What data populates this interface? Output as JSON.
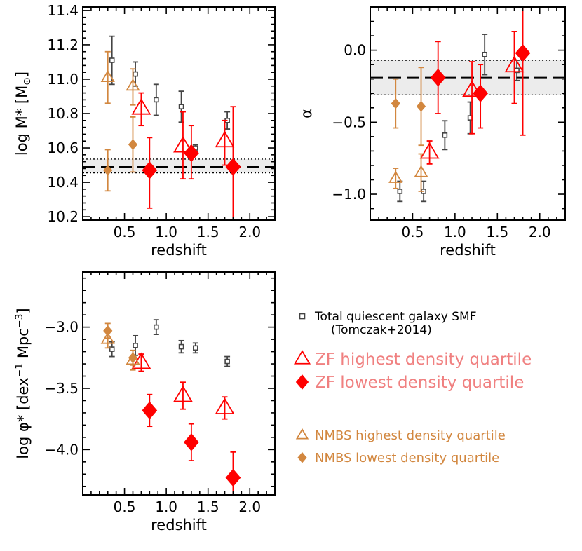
{
  "chart_data": [
    {
      "id": "mstar",
      "type": "scatter",
      "xlabel": "redshift",
      "ylabel": "log M* [M",
      "ylabel_sub": "⊙",
      "ylabel_close": "]",
      "xlim": [
        0.0,
        2.3
      ],
      "ylim": [
        10.18,
        11.42
      ],
      "xticks": [
        0.5,
        1.0,
        1.5,
        2.0
      ],
      "xtick_labels": [
        "0.5",
        "1.0",
        "1.5",
        "2.0"
      ],
      "yticks": [
        10.2,
        10.4,
        10.6,
        10.8,
        11.0,
        11.2,
        11.4
      ],
      "ytick_labels": [
        "10.2",
        "10.4",
        "10.6",
        "10.8",
        "11.0",
        "11.2",
        "11.4"
      ],
      "reference": {
        "value": 10.49,
        "band": [
          10.455,
          10.535
        ]
      },
      "series": [
        {
          "key": "total",
          "points": [
            {
              "x": 0.35,
              "y": 11.11,
              "lo": 0.14,
              "hi": 0.14
            },
            {
              "x": 0.63,
              "y": 11.03,
              "lo": 0.07,
              "hi": 0.07
            },
            {
              "x": 0.88,
              "y": 10.88,
              "lo": 0.09,
              "hi": 0.09
            },
            {
              "x": 1.18,
              "y": 10.84,
              "lo": 0.09,
              "hi": 0.09
            },
            {
              "x": 1.35,
              "y": 10.6,
              "lo": 0.02,
              "hi": 0.02
            },
            {
              "x": 1.73,
              "y": 10.76,
              "lo": 0.05,
              "hi": 0.05
            }
          ]
        },
        {
          "key": "zf_high",
          "points": [
            {
              "x": 0.7,
              "y": 10.83,
              "lo": 0.1,
              "hi": 0.09
            },
            {
              "x": 1.2,
              "y": 10.61,
              "lo": 0.19,
              "hi": 0.2
            },
            {
              "x": 1.7,
              "y": 10.64,
              "lo": 0.14,
              "hi": 0.12
            }
          ]
        },
        {
          "key": "zf_low",
          "points": [
            {
              "x": 0.8,
              "y": 10.47,
              "lo": 0.22,
              "hi": 0.19
            },
            {
              "x": 1.3,
              "y": 10.57,
              "lo": 0.15,
              "hi": 0.16
            },
            {
              "x": 1.8,
              "y": 10.49,
              "lo": 0.33,
              "hi": 0.35
            }
          ]
        },
        {
          "key": "nmbs_high",
          "points": [
            {
              "x": 0.3,
              "y": 11.01,
              "lo": 0.15,
              "hi": 0.15
            },
            {
              "x": 0.6,
              "y": 10.96,
              "lo": 0.11,
              "hi": 0.1
            }
          ]
        },
        {
          "key": "nmbs_low",
          "points": [
            {
              "x": 0.3,
              "y": 10.47,
              "lo": 0.12,
              "hi": 0.12
            },
            {
              "x": 0.6,
              "y": 10.62,
              "lo": 0.16,
              "hi": 0.16
            }
          ]
        }
      ]
    },
    {
      "id": "alpha",
      "type": "scatter",
      "xlabel": "redshift",
      "ylabel": "α",
      "xlim": [
        0.0,
        2.3
      ],
      "ylim": [
        -1.18,
        0.3
      ],
      "xticks": [
        0.5,
        1.0,
        1.5,
        2.0
      ],
      "xtick_labels": [
        "0.5",
        "1.0",
        "1.5",
        "2.0"
      ],
      "yticks": [
        -1.0,
        -0.5,
        0.0
      ],
      "ytick_labels": [
        "−1.0",
        "−0.5",
        "0.0"
      ],
      "reference": {
        "value": -0.19,
        "band": [
          -0.31,
          -0.07
        ]
      },
      "series": [
        {
          "key": "total",
          "points": [
            {
              "x": 0.35,
              "y": -0.98,
              "lo": 0.07,
              "hi": 0.07
            },
            {
              "x": 0.63,
              "y": -0.98,
              "lo": 0.07,
              "hi": 0.07
            },
            {
              "x": 0.88,
              "y": -0.59,
              "lo": 0.1,
              "hi": 0.1
            },
            {
              "x": 1.18,
              "y": -0.47,
              "lo": 0.11,
              "hi": 0.11
            },
            {
              "x": 1.35,
              "y": -0.03,
              "lo": 0.14,
              "hi": 0.14
            },
            {
              "x": 1.73,
              "y": -0.14,
              "lo": 0.07,
              "hi": 0.07
            }
          ]
        },
        {
          "key": "zf_high",
          "points": [
            {
              "x": 0.7,
              "y": -0.71,
              "lo": 0.08,
              "hi": 0.08
            },
            {
              "x": 1.2,
              "y": -0.28,
              "lo": 0.3,
              "hi": 0.2
            },
            {
              "x": 1.7,
              "y": -0.11,
              "lo": 0.26,
              "hi": 0.24
            }
          ]
        },
        {
          "key": "zf_low",
          "points": [
            {
              "x": 0.8,
              "y": -0.19,
              "lo": 0.25,
              "hi": 0.25
            },
            {
              "x": 1.3,
              "y": -0.3,
              "lo": 0.24,
              "hi": 0.2
            },
            {
              "x": 1.8,
              "y": -0.02,
              "lo": 0.57,
              "hi": 0.32
            }
          ]
        },
        {
          "key": "nmbs_high",
          "points": [
            {
              "x": 0.3,
              "y": -0.89,
              "lo": 0.07,
              "hi": 0.07
            },
            {
              "x": 0.6,
              "y": -0.85,
              "lo": 0.13,
              "hi": 0.13
            }
          ]
        },
        {
          "key": "nmbs_low",
          "points": [
            {
              "x": 0.3,
              "y": -0.37,
              "lo": 0.17,
              "hi": 0.17
            },
            {
              "x": 0.6,
              "y": -0.39,
              "lo": 0.27,
              "hi": 0.27
            }
          ]
        }
      ]
    },
    {
      "id": "phistar",
      "type": "scatter",
      "xlabel": "redshift",
      "ylabel": "log φ* [dex",
      "ylabel_sup1": "−1",
      "ylabel_mid": " Mpc",
      "ylabel_sup2": "−3",
      "ylabel_close": "]",
      "xlim": [
        0.0,
        2.3
      ],
      "ylim": [
        -4.37,
        -2.55
      ],
      "xticks": [
        0.5,
        1.0,
        1.5,
        2.0
      ],
      "xtick_labels": [
        "0.5",
        "1.0",
        "1.5",
        "2.0"
      ],
      "yticks": [
        -4.0,
        -3.5,
        -3.0
      ],
      "ytick_labels": [
        "−4.0",
        "−3.5",
        "−3.0"
      ],
      "series": [
        {
          "key": "total",
          "points": [
            {
              "x": 0.35,
              "y": -3.18,
              "lo": 0.06,
              "hi": 0.06
            },
            {
              "x": 0.63,
              "y": -3.15,
              "lo": 0.08,
              "hi": 0.08
            },
            {
              "x": 0.88,
              "y": -3.0,
              "lo": 0.06,
              "hi": 0.06
            },
            {
              "x": 1.18,
              "y": -3.16,
              "lo": 0.05,
              "hi": 0.05
            },
            {
              "x": 1.35,
              "y": -3.17,
              "lo": 0.04,
              "hi": 0.04
            },
            {
              "x": 1.73,
              "y": -3.28,
              "lo": 0.04,
              "hi": 0.04
            }
          ]
        },
        {
          "key": "zf_high",
          "points": [
            {
              "x": 0.7,
              "y": -3.29,
              "lo": 0.07,
              "hi": 0.07
            },
            {
              "x": 1.2,
              "y": -3.56,
              "lo": 0.11,
              "hi": 0.11
            },
            {
              "x": 1.7,
              "y": -3.66,
              "lo": 0.09,
              "hi": 0.09
            }
          ]
        },
        {
          "key": "zf_low",
          "points": [
            {
              "x": 0.8,
              "y": -3.68,
              "lo": 0.13,
              "hi": 0.13
            },
            {
              "x": 1.3,
              "y": -3.94,
              "lo": 0.15,
              "hi": 0.15
            },
            {
              "x": 1.8,
              "y": -4.23,
              "lo": 0.21,
              "hi": 0.21
            }
          ]
        },
        {
          "key": "nmbs_high",
          "points": [
            {
              "x": 0.3,
              "y": -3.1,
              "lo": 0.07,
              "hi": 0.07
            },
            {
              "x": 0.6,
              "y": -3.27,
              "lo": 0.08,
              "hi": 0.08
            }
          ]
        },
        {
          "key": "nmbs_low",
          "points": [
            {
              "x": 0.3,
              "y": -3.03,
              "lo": 0.06,
              "hi": 0.06
            },
            {
              "x": 0.6,
              "y": -3.25,
              "lo": 0.06,
              "hi": 0.06
            }
          ]
        }
      ]
    }
  ],
  "legend": [
    {
      "key": "total",
      "marker": "square",
      "color": "#444444",
      "label": "Total quiescent galaxy SMF",
      "label2": "(Tomczak+2014)"
    },
    {
      "key": "zf_high",
      "marker": "triangle-open",
      "color": "#ff0000",
      "text_color": "#f08080",
      "label": "ZF highest density quartile"
    },
    {
      "key": "zf_low",
      "marker": "diamond-filled",
      "color": "#ff0000",
      "text_color": "#f08080",
      "label": "ZF lowest density quartile"
    },
    {
      "key": "nmbs_high",
      "marker": "triangle-open",
      "color": "#d2873f",
      "text_color": "#d2873f",
      "label": "NMBS highest density quartile"
    },
    {
      "key": "nmbs_low",
      "marker": "diamond-filled",
      "color": "#d2873f",
      "text_color": "#d2873f",
      "label": "NMBS lowest density quartile"
    }
  ],
  "colors": {
    "total": "#444444",
    "zf": "#ff0000",
    "zf_text": "#f08080",
    "nmbs": "#d2873f",
    "band": "#ececec"
  }
}
